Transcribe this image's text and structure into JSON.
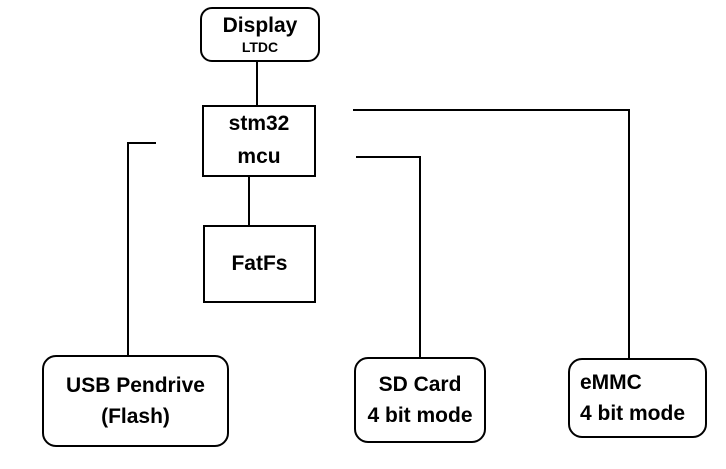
{
  "diagram": {
    "nodes": {
      "display": {
        "title": "Display",
        "subtitle": "LTDC"
      },
      "stm32": {
        "title": "stm32",
        "subtitle": "mcu"
      },
      "fatfs": {
        "title": "FatFs"
      },
      "usb_pendrive": {
        "title": "USB Pendrive",
        "subtitle": "(Flash)"
      },
      "sd_card": {
        "title": "SD Card",
        "subtitle": "4 bit mode"
      },
      "emmc": {
        "title": "eMMC",
        "subtitle": "4 bit mode"
      }
    },
    "edges": [
      {
        "from": "display",
        "to": "stm32"
      },
      {
        "from": "stm32",
        "to": "fatfs"
      },
      {
        "from": "stm32",
        "to": "usb_pendrive"
      },
      {
        "from": "stm32",
        "to": "sd_card"
      },
      {
        "from": "stm32",
        "to": "emmc"
      }
    ],
    "colors": {
      "stroke": "#000000",
      "text": "#000000",
      "background": "#ffffff"
    }
  }
}
